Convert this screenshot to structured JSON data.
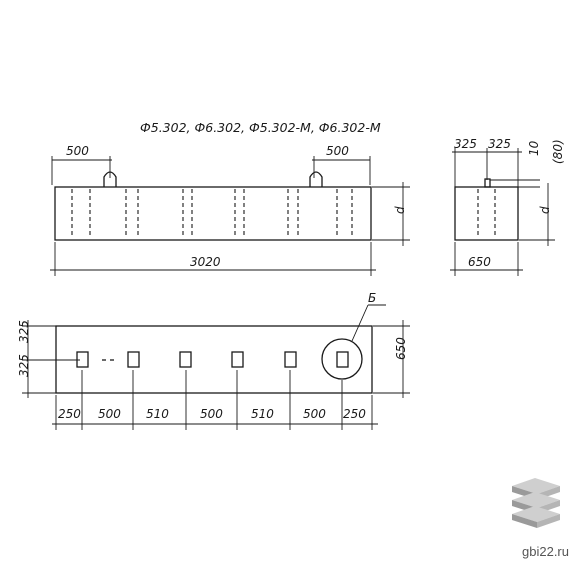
{
  "title": "Ф5.302, Ф6.302, Ф5.302-М, Ф6.302-М",
  "front_view": {
    "dim_left_top": "500",
    "dim_right_top": "500",
    "dim_length": "3020",
    "dim_height": "d"
  },
  "side_view": {
    "dim_top_left": "325",
    "dim_top_right": "325",
    "dim_lift": "10",
    "dim_lift_alt": "(80)",
    "dim_height": "d",
    "dim_width": "650"
  },
  "plan_view": {
    "dim_left_upper": "325",
    "dim_left_lower": "325",
    "dim_width": "650",
    "detail_mark": "Б",
    "bottom_dims": [
      "250",
      "500",
      "510",
      "500",
      "510",
      "500",
      "250"
    ]
  },
  "watermark": {
    "site": "gbi22.ru",
    "logo_icon": "stacked-slabs-icon",
    "colors": {
      "slab_top": "#cfcfcf",
      "slab_side": "#9a9a9a",
      "text": "#555555"
    }
  }
}
